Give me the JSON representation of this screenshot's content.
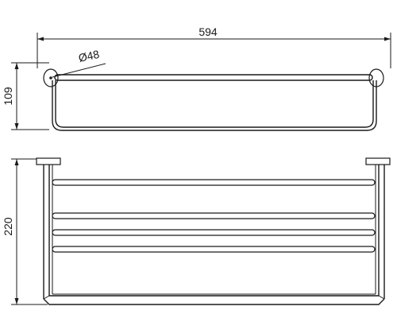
{
  "dimensions": {
    "width": "594",
    "flange_diameter": "Ø48",
    "depth": "109",
    "height": "220"
  }
}
